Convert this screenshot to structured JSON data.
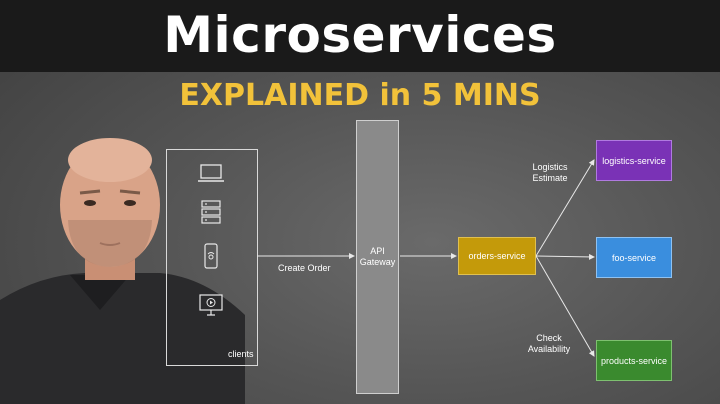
{
  "title": "Microservices",
  "subtitle": "EXPLAINED in 5 MINS",
  "diagram": {
    "clients_label": "clients",
    "gateway_label": "API\nGateway",
    "edge_create_order": "Create Order",
    "orders_service": "orders-service",
    "logistics_service": "logistics-service",
    "foo_service": "foo-service",
    "products_service": "products-service",
    "edge_logistics": "Logistics\nEstimate",
    "edge_availability": "Check\nAvailability",
    "colors": {
      "orders": "#c49a0a",
      "logistics": "#7a32b6",
      "foo": "#3a8ede",
      "products": "#3a8a2e"
    },
    "device_icons": [
      "laptop-icon",
      "server-icon",
      "phone-icon",
      "monitor-icon"
    ]
  }
}
